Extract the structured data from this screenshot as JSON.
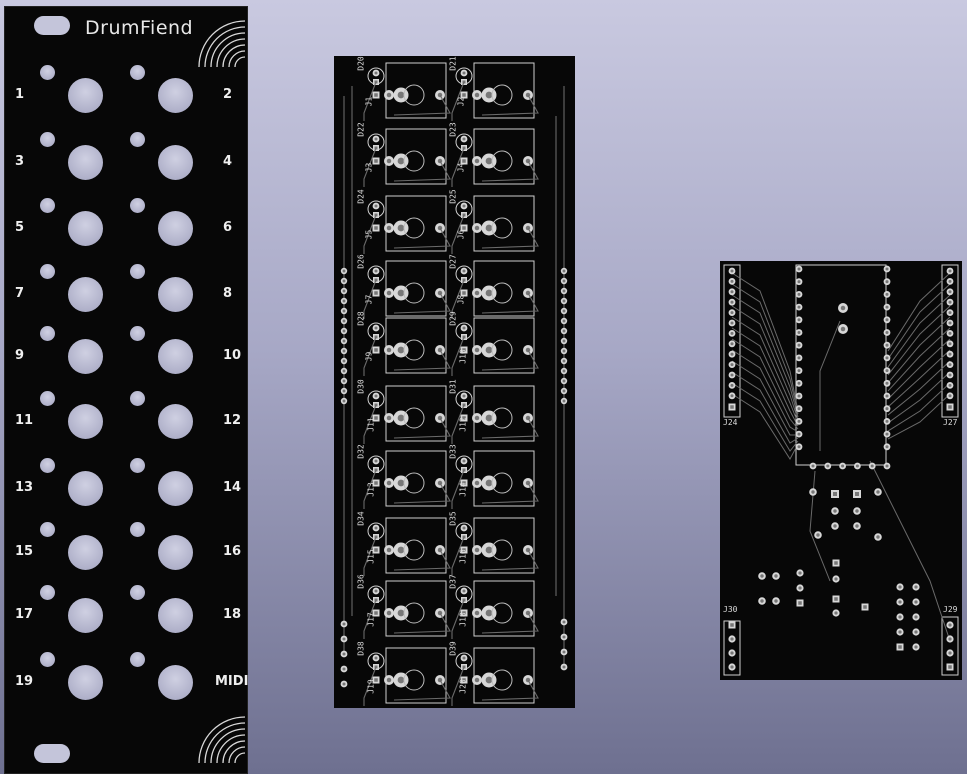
{
  "panel": {
    "title": "DrumFiend",
    "left_labels": [
      "1",
      "3",
      "5",
      "7",
      "9",
      "11",
      "13",
      "15",
      "17",
      "19"
    ],
    "right_labels": [
      "2",
      "4",
      "6",
      "8",
      "10",
      "12",
      "14",
      "16",
      "18",
      "MIDI"
    ]
  },
  "jack_pcb": {
    "left_refs": [
      "J1",
      "J3",
      "J5",
      "J7",
      "J9",
      "J11",
      "J13",
      "J15",
      "J17",
      "J19"
    ],
    "right_refs": [
      "J2",
      "J4",
      "J6",
      "J8",
      "J10",
      "J12",
      "J14",
      "J16",
      "J18",
      "J20"
    ],
    "left_leds": [
      "D20",
      "D22",
      "D24",
      "D26",
      "D28",
      "D30",
      "D32",
      "D34",
      "D36",
      "D38"
    ],
    "right_leds": [
      "D21",
      "D23",
      "D25",
      "D27",
      "D29",
      "D31",
      "D33",
      "D35",
      "D37",
      "D39"
    ]
  },
  "control_pcb": {
    "refs": [
      "J24",
      "J27",
      "J30",
      "J29"
    ]
  },
  "colors": {
    "board": "#070707",
    "drill": "#c4c5da",
    "silkscreen": "#e8e8e8",
    "trace": "#6f6f6f"
  }
}
